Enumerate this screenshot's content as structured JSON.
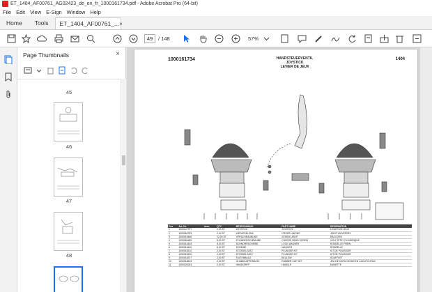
{
  "window": {
    "title": "ET_1404_AF00761_AG02423_de_en_fr_1000161734.pdf - Adobe Acrobat Pro (64-bit)"
  },
  "menu": [
    "File",
    "Edit",
    "View",
    "E-Sign",
    "Window",
    "Help"
  ],
  "tabs": {
    "home": "Home",
    "tools": "Tools",
    "document": "ET_1404_AF00761_...",
    "close": "×"
  },
  "toolbar": {
    "page_current": "49",
    "page_total": "/ 148",
    "zoom": "57%"
  },
  "panel": {
    "title": "Page Thumbnails",
    "close": "×",
    "thumbnails": [
      {
        "label": "45"
      },
      {
        "label": "46"
      },
      {
        "label": "47"
      },
      {
        "label": "48"
      }
    ]
  },
  "document_page": {
    "part_number": "1000161734",
    "title_de": "HANDSTEUERVENTIL",
    "title_en": "JOYSTICK",
    "title_fr": "LEVIER DE JEUX",
    "section": "1404",
    "table": {
      "headers": [
        "Pos",
        "Art.-Nr.",
        "Anm.",
        "QTY",
        "BEZEICHNUNG",
        "PART NAME",
        "DESIGNATION"
      ],
      "rows": [
        [
          "1",
          "1000147797",
          "",
          "2,00 ST",
          "JOYSTICK",
          "JOYSTICK",
          "LEVIER DE JEUX"
        ],
        [
          "2",
          "1000064759",
          "",
          "2,00 ST",
          "KREUZGELENK",
          "CROSS UNIONS",
          "JOINT UNIVERSEL"
        ],
        [
          "3",
          "1000019466",
          "",
          "12,00 ST",
          "VERSCHRAUBUNG",
          "SCREW JOINT",
          "RACCORD"
        ],
        [
          "4",
          "1000054489",
          "",
          "8,00 ST",
          "ZYLINDERSCHRAUBE",
          "CHEESE HEAD SCREW",
          "VIS A TETE CYLINDRIQUE"
        ],
        [
          "5",
          "1000016435",
          "",
          "8,00 ST",
          "SCHNORRSCHEIBE",
          "LOCK WASHER",
          "RONDELLE FREIN"
        ],
        [
          "6",
          "1000016430",
          "",
          "8,00 ST",
          "SCHEIBE",
          "WASHER",
          "RONDELLE"
        ],
        [
          "7",
          "1000018210",
          "",
          "2,00 ST",
          "STÖSSELSATZ",
          "PLUNGER KIT",
          "KIT DE POUSSOIR"
        ],
        [
          "8",
          "1000018230",
          "",
          "2,00 ST",
          "STÖSSELSATZ",
          "PLUNGER KIT",
          "KIT DE POUSSOIR"
        ],
        [
          "9",
          "1000018227",
          "",
          "2,00 ST",
          "FALTENBALG",
          "BELLOW",
          "SOUFFLET"
        ],
        [
          "10",
          "1000018615",
          "",
          "2,00 ST",
          "GUMMIKAPPENSATZ",
          "RUBBER CAP SET",
          "JEU DE CAPUCHONS EN CAOUTCHOUC"
        ],
        [
          "11",
          "1000020253",
          "",
          "2,00 ST",
          "HANDGRIFF",
          "HANDLE",
          "MANETTE"
        ]
      ]
    }
  },
  "colors": {
    "accent": "#1a73e8",
    "brand": "#e02020"
  }
}
